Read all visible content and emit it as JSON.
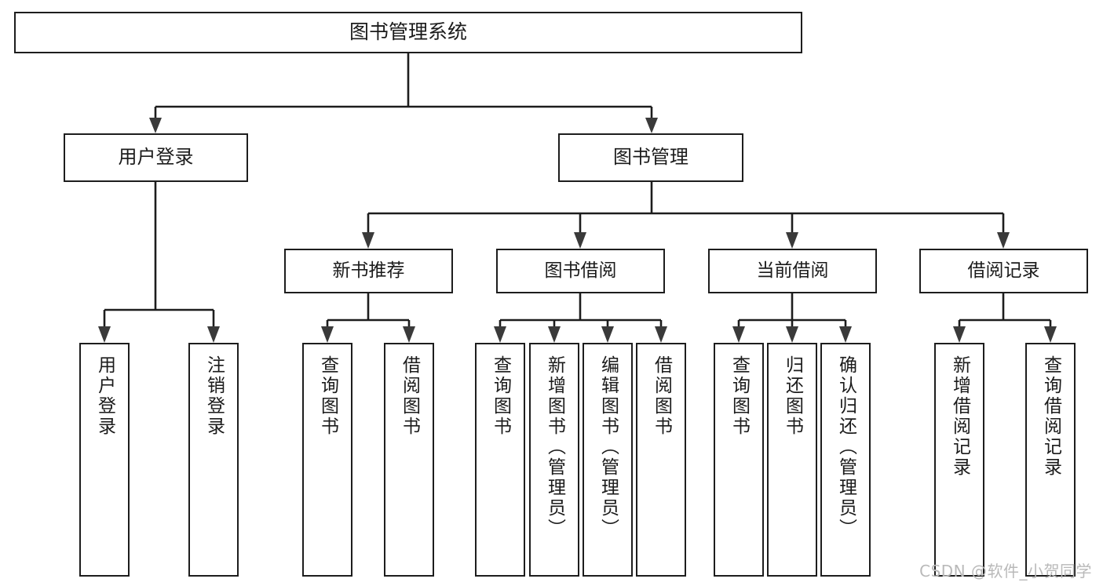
{
  "diagram": {
    "type": "tree",
    "title": "图书管理系统",
    "watermark": "CSDN @软件_小贺同学",
    "colors": {
      "stroke": "#1d1d1d",
      "arrowhead": "#3a3a3a",
      "box_fill": "#ffffff",
      "text": "#1b1b1b",
      "watermark": "#b9b9b9"
    },
    "nodes": {
      "root": "图书管理系统",
      "level2": [
        "用户登录",
        "图书管理"
      ],
      "level3": [
        "新书推荐",
        "图书借阅",
        "当前借阅",
        "借阅记录"
      ],
      "leaves": {
        "user_login": [
          "用户登录",
          "注销登录"
        ],
        "new_book_recommend": [
          "查询图书",
          "借阅图书"
        ],
        "book_borrow": [
          "查询图书",
          "新增图书（管理员）",
          "编辑图书（管理员）",
          "借阅图书"
        ],
        "current_borrow": [
          "查询图书",
          "归还图书",
          "确认归还（管理员）"
        ],
        "borrow_record": [
          "新增借阅记录",
          "查询借阅记录"
        ]
      }
    }
  }
}
